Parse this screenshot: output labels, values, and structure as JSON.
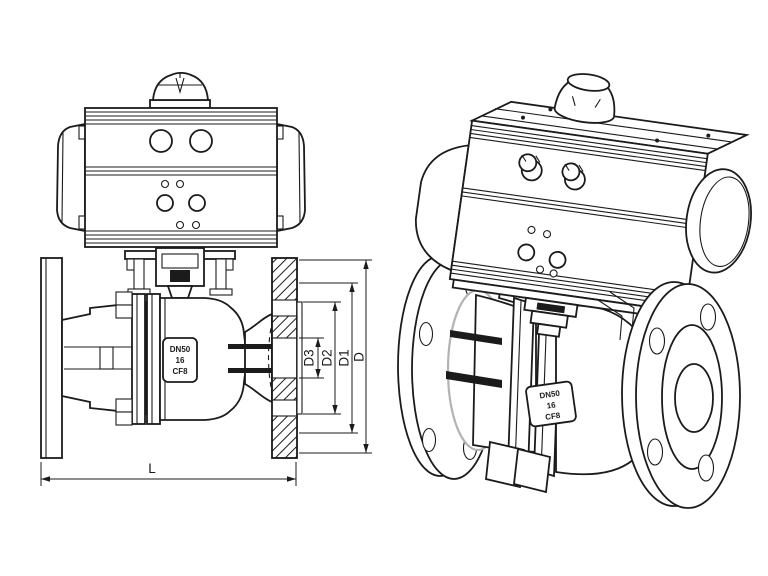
{
  "document": {
    "type": "technical-drawing",
    "subject": "Pneumatically actuated flanged ball valve",
    "views": [
      "front orthographic view with dimensions",
      "isometric view"
    ]
  },
  "dimension_labels": {
    "bore": "D3",
    "raised_face": "D2",
    "bolt_circle": "D1",
    "flange_od": "D",
    "face_to_face": "L"
  },
  "valve_tag": {
    "line1": "DN50",
    "line2": "16",
    "line3": "CF8"
  },
  "colors": {
    "line": "#1b1b1b",
    "background": "#ffffff",
    "gasket_gray": "#b3b3b3"
  }
}
